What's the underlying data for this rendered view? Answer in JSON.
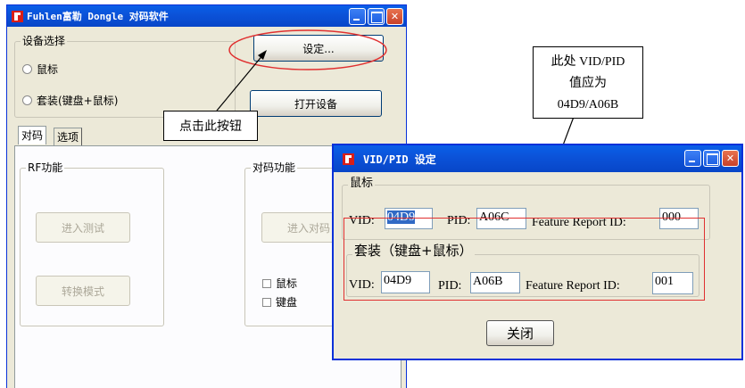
{
  "main_window": {
    "title": "Fuhlen富勒 Dongle 对码软件",
    "device_group": {
      "title": "设备选择",
      "option_mouse": "鼠标",
      "option_combo": "套装(键盘+鼠标)"
    },
    "settings_button": "设定...",
    "open_device_button": "打开设备",
    "tabs": [
      "对码",
      "选项"
    ],
    "rf_group": {
      "title": "RF功能",
      "enter_test": "进入测试",
      "switch_mode": "转换模式"
    },
    "pair_group": {
      "title": "对码功能",
      "enter_pair": "进入对码",
      "check_mouse": "鼠标",
      "check_keyboard": "键盘"
    }
  },
  "callout_click": "点击此按钮",
  "callout_vid": [
    "此处 VID/PID",
    "值应为",
    "04D9/A06B"
  ],
  "dialog": {
    "title": "VID/PID 设定",
    "mouse_group": {
      "title": "鼠标",
      "vid_label": "VID:",
      "vid": "04D9",
      "pid_label": "PID:",
      "pid": "A06C",
      "report_label": "Feature Report ID:",
      "report_id": "000"
    },
    "combo_group": {
      "title": "套装（键盘+鼠标）",
      "vid_label": "VID:",
      "vid": "04D9",
      "pid_label": "PID:",
      "pid": "A06B",
      "report_label": "Feature Report ID:",
      "report_id": "001"
    },
    "close_button": "关闭"
  },
  "colors": {
    "title_bar": "#0a5fe8",
    "window_face": "#ece9d8",
    "highlight_red": "#e03030",
    "selection": "#316ac5"
  }
}
